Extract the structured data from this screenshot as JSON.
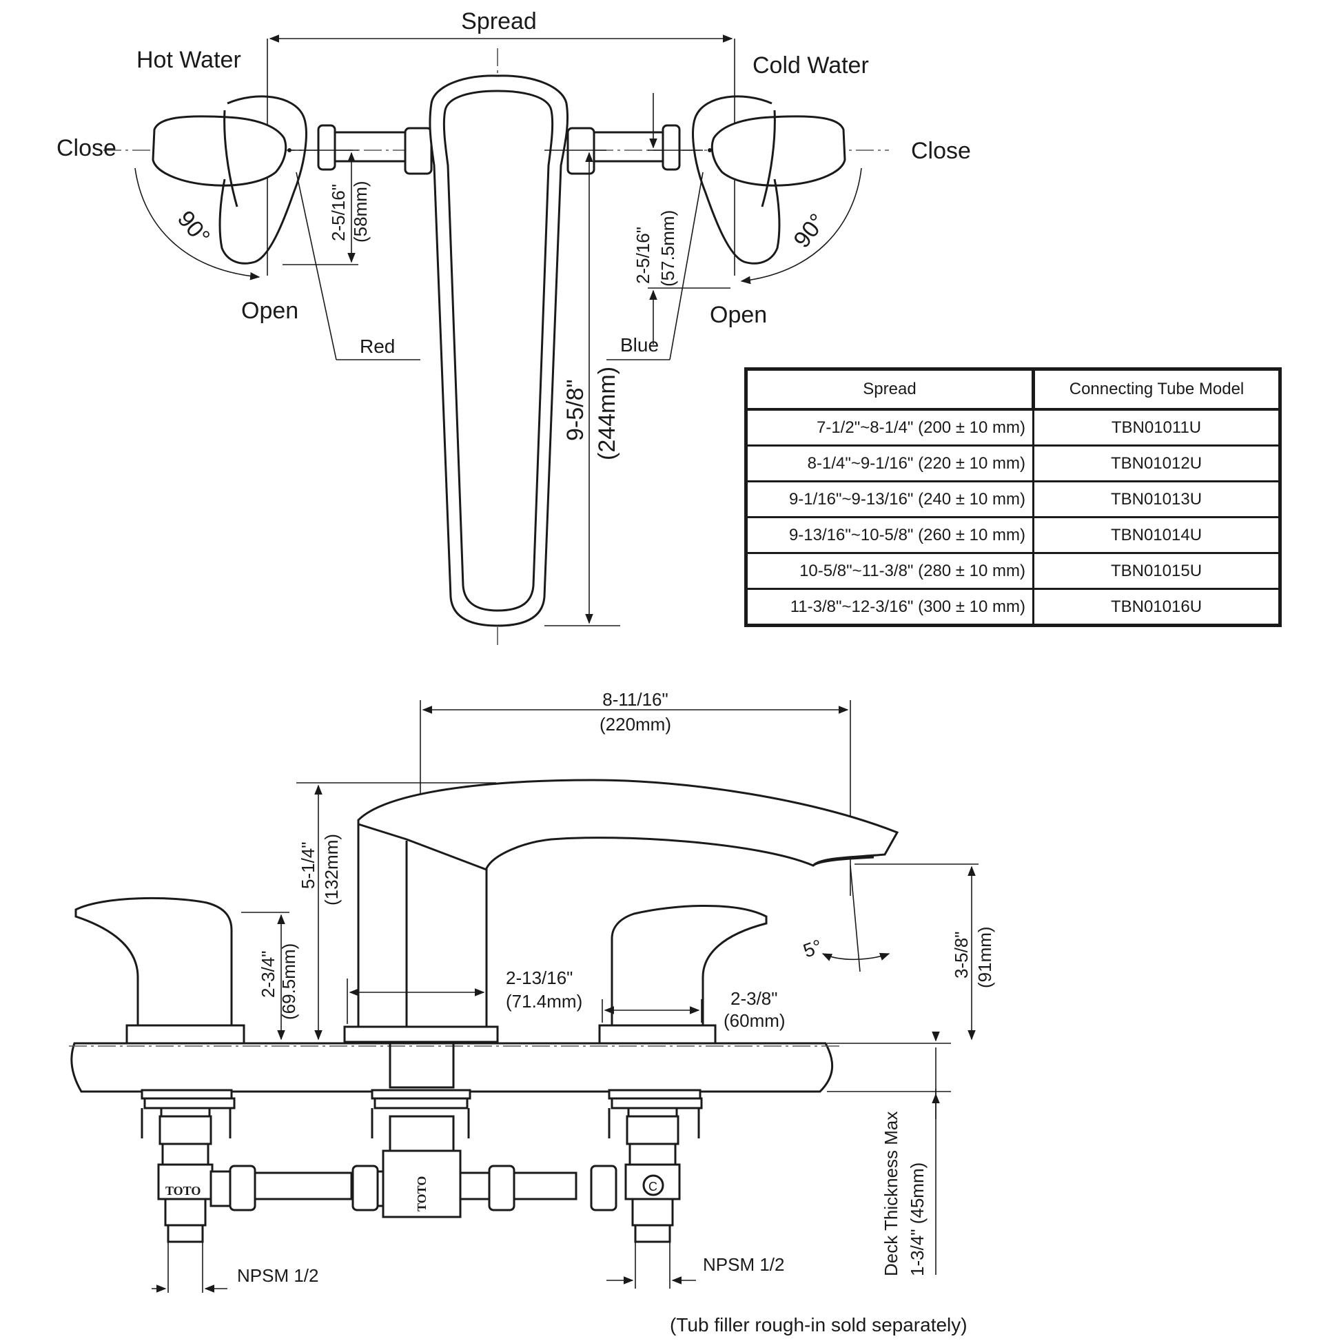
{
  "top_view": {
    "spread_label": "Spread",
    "hot_water": "Hot Water",
    "cold_water": "Cold Water",
    "close_left": "Close",
    "close_right": "Close",
    "open_left": "Open",
    "open_right": "Open",
    "angle_left": "90°",
    "angle_right": "90°",
    "red_label": "Red",
    "blue_label": "Blue",
    "dim_left_in": "2-5/16\"",
    "dim_left_mm": "(58mm)",
    "dim_right_in": "2-5/16\"",
    "dim_right_mm": "(57.5mm)",
    "dim_spout_in": "9-5/8\"",
    "dim_spout_mm": "(244mm)"
  },
  "table": {
    "headers": [
      "Spread",
      "Connecting Tube Model"
    ],
    "rows": [
      [
        "7-1/2\"~8-1/4\" (200 ± 10 mm)",
        "TBN01011U"
      ],
      [
        "8-1/4\"~9-1/16\" (220 ± 10 mm)",
        "TBN01012U"
      ],
      [
        "9-1/16\"~9-13/16\" (240 ± 10 mm)",
        "TBN01013U"
      ],
      [
        "9-13/16\"~10-5/8\" (260 ± 10 mm)",
        "TBN01014U"
      ],
      [
        "10-5/8\"~11-3/8\" (280 ± 10 mm)",
        "TBN01015U"
      ],
      [
        "11-3/8\"~12-3/16\" (300 ± 10 mm)",
        "TBN01016U"
      ]
    ]
  },
  "side_view": {
    "reach_in": "8-11/16\"",
    "reach_mm": "(220mm)",
    "height_in": "5-1/4\"",
    "height_mm": "(132mm)",
    "handle_height_in": "2-3/4\"",
    "handle_height_mm": "(69.5mm)",
    "base_in": "2-13/16\"",
    "base_mm": "(71.4mm)",
    "handle_base_in": "2-3/8\"",
    "handle_base_mm": "(60mm)",
    "outlet_in": "3-5/8\"",
    "outlet_mm": "(91mm)",
    "spout_angle": "5°",
    "deck_label": "Deck Thickness Max",
    "deck_dim": "1-3/4\" (45mm)",
    "npsm_left": "NPSM 1/2",
    "npsm_right": "NPSM 1/2",
    "brand_left": "TOTO",
    "brand_center": "TOTO",
    "cold_marker": "C",
    "footnote": "(Tub filler rough-in sold separately)"
  }
}
